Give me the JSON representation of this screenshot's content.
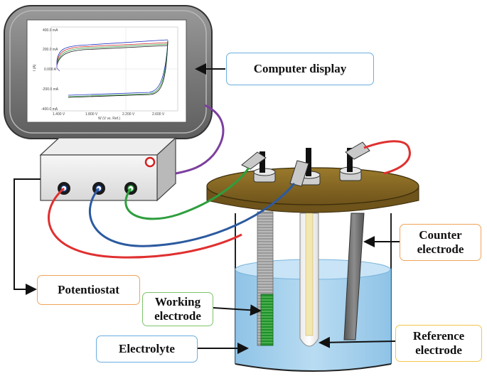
{
  "labels": {
    "computer_display": "Computer display",
    "potentiostat": "Potentiostat",
    "counter_electrode": [
      "Counter",
      "electrode"
    ],
    "working_electrode": [
      "Working",
      "electrode"
    ],
    "reference_electrode": [
      "Reference",
      "electrode"
    ],
    "electrolyte": "Electrolyte"
  },
  "screen_plot": {
    "y_ticks": [
      "400.0 mA",
      "200.0 mA",
      "0.000 A",
      "-200.0 mA",
      "-400.0 mA"
    ],
    "x_ticks": [
      "1.400 V",
      "1.800 V",
      "2.200 V",
      "2.600 V"
    ],
    "x_label": "W (V vs. Ref.)",
    "y_label": "I (A)"
  },
  "colors": {
    "wire_purple": "#7b3f9e",
    "wire_green": "#2e9e3e",
    "wire_blue": "#2c5aa0",
    "wire_red": "#e03030",
    "lid": "#8a6a22",
    "electrolyte": "#a9d3ee",
    "callout_blue": "#6aaee0",
    "callout_orange": "#f0a35a",
    "callout_green": "#7cc46a",
    "callout_yellow": "#f2c64c"
  }
}
